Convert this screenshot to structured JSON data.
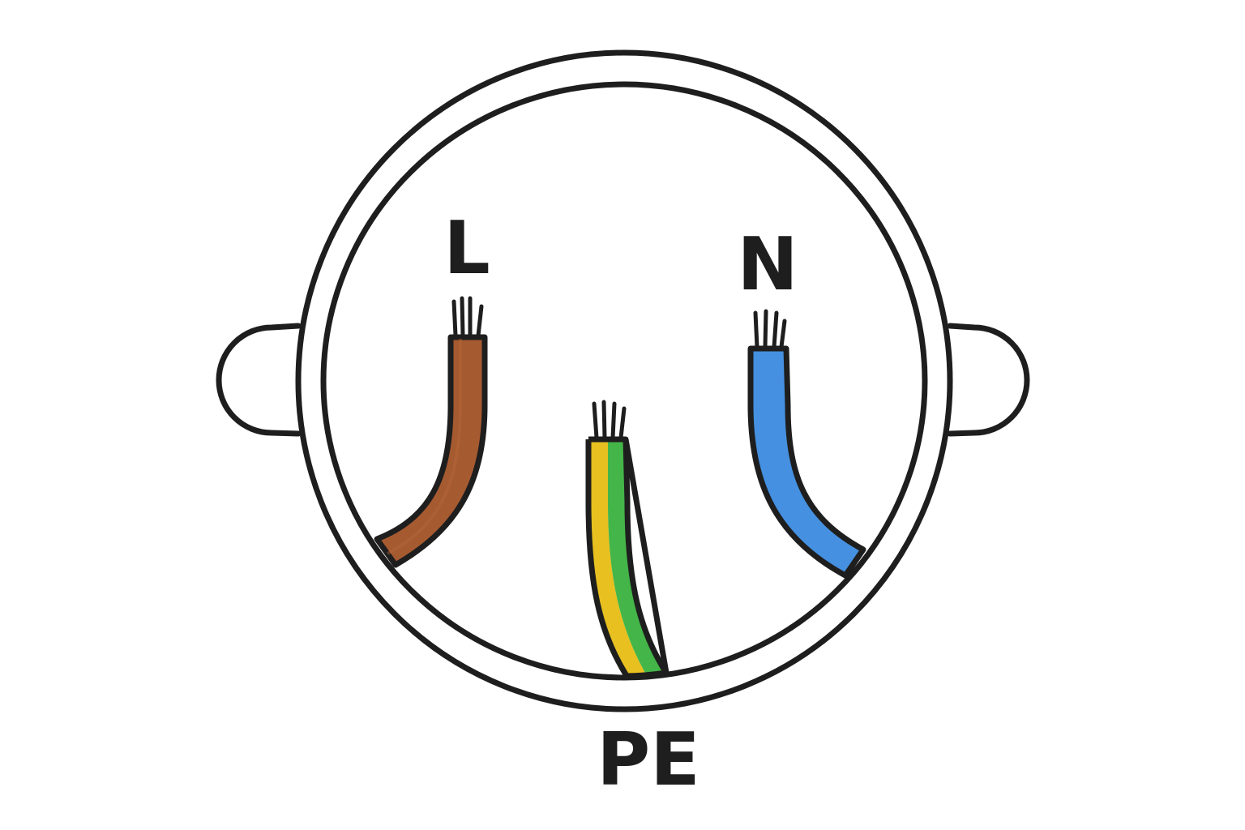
{
  "labels": {
    "live": "L",
    "neutral": "N",
    "protective_earth": "PE"
  },
  "colors": {
    "outline": "#1e1e1e",
    "live_wire": "#a65a30",
    "neutral_wire": "#4590e0",
    "earth_yellow": "#e8c020",
    "earth_green": "#44b548"
  }
}
